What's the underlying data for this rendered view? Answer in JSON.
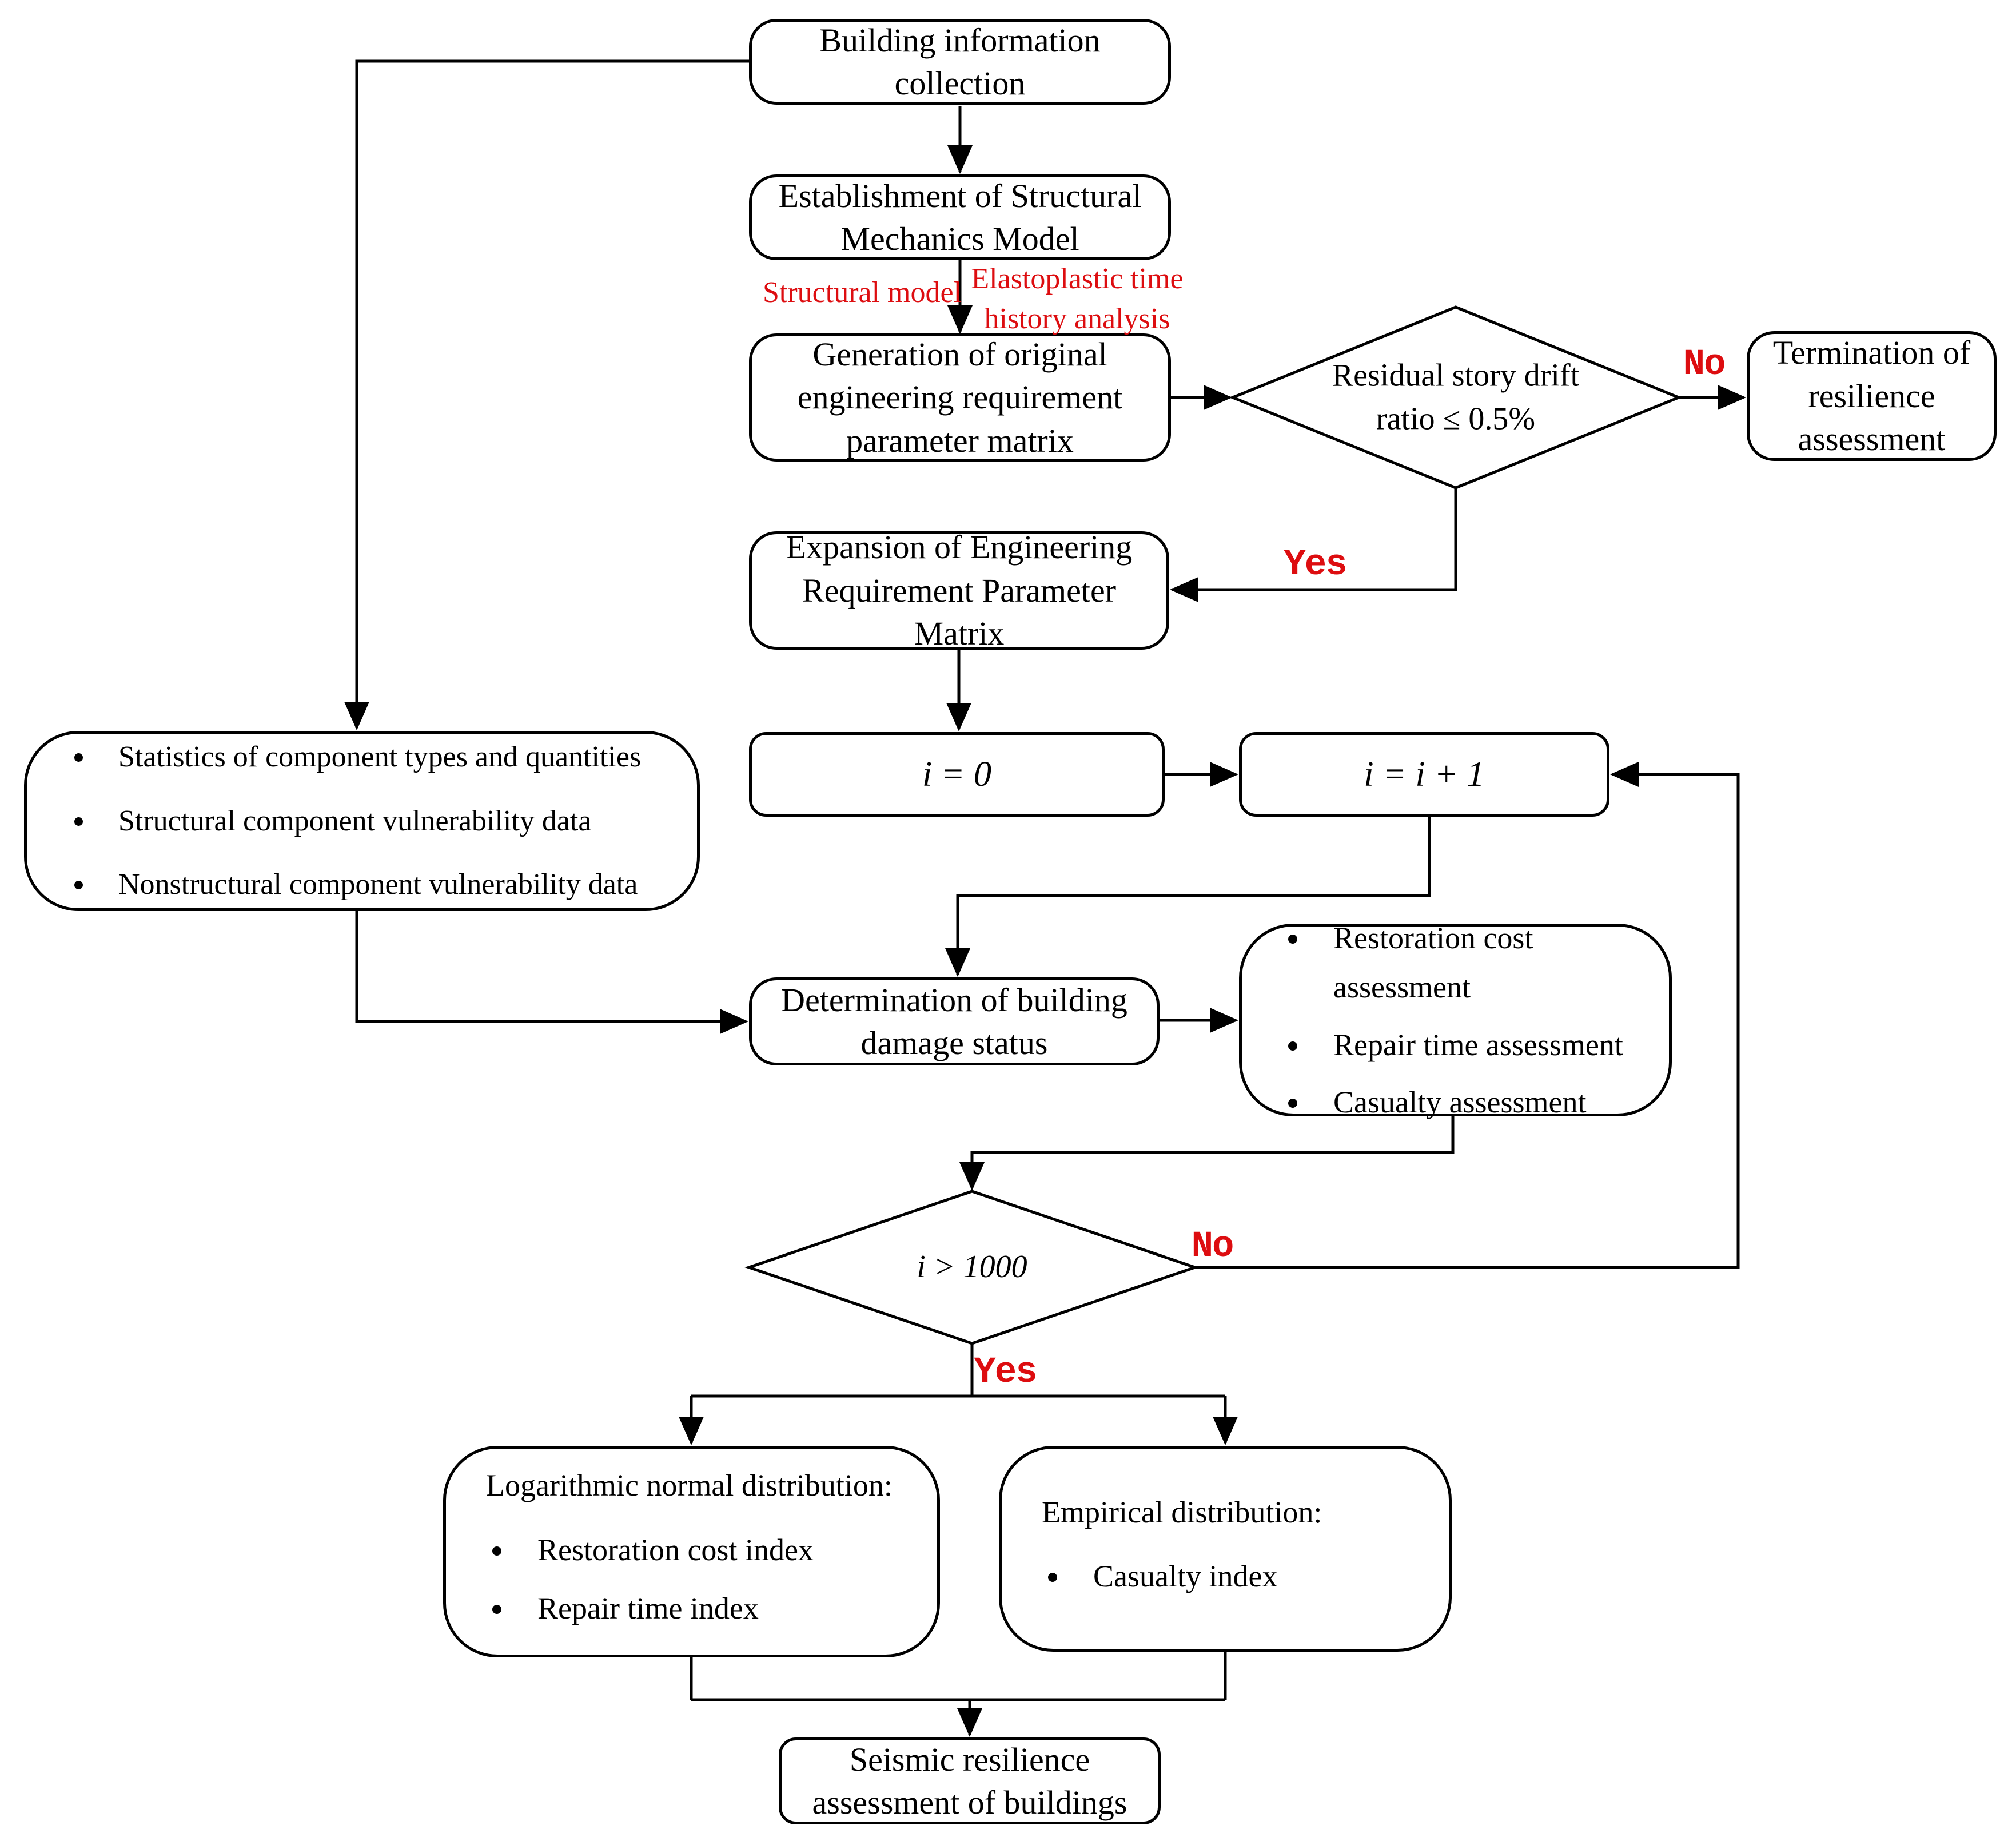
{
  "palette": {
    "line": "#000000",
    "red": "#dd0d10",
    "background": "#ffffff"
  },
  "nodes": {
    "building": "Building information collection",
    "establishment": "Establishment of Structural Mechanics Model",
    "generation": "Generation of original engineering requirement parameter matrix",
    "residual_decision": "Residual story drift ratio ≤ 0.5%",
    "termination": "Termination of resilience assessment",
    "expansion": "Expansion of Engineering Requirement Parameter Matrix",
    "i_zero": "i = 0",
    "i_increment": "i = i + 1",
    "iteration_decision": "i > 1000",
    "determination": "Determination of building damage status",
    "seismic": "Seismic resilience assessment of buildings",
    "left_data": {
      "items": [
        "Statistics of component types and quantities",
        "Structural component vulnerability data",
        "Nonstructural component vulnerability data"
      ]
    },
    "right_data": {
      "items": [
        "Restoration cost assessment",
        "Repair time assessment",
        "Casualty assessment"
      ]
    },
    "lognormal": {
      "title": "Logarithmic normal distribution:",
      "items": [
        "Restoration cost index",
        "Repair time index"
      ]
    },
    "empirical": {
      "title": "Empirical distribution:",
      "items": [
        "Casualty index"
      ]
    }
  },
  "edge_labels": {
    "residual_no": "No",
    "residual_yes": "Yes",
    "iteration_no": "No",
    "iteration_yes": "Yes",
    "structural_model": "Structural model",
    "elastoplastic": "Elastoplastic time history analysis"
  }
}
